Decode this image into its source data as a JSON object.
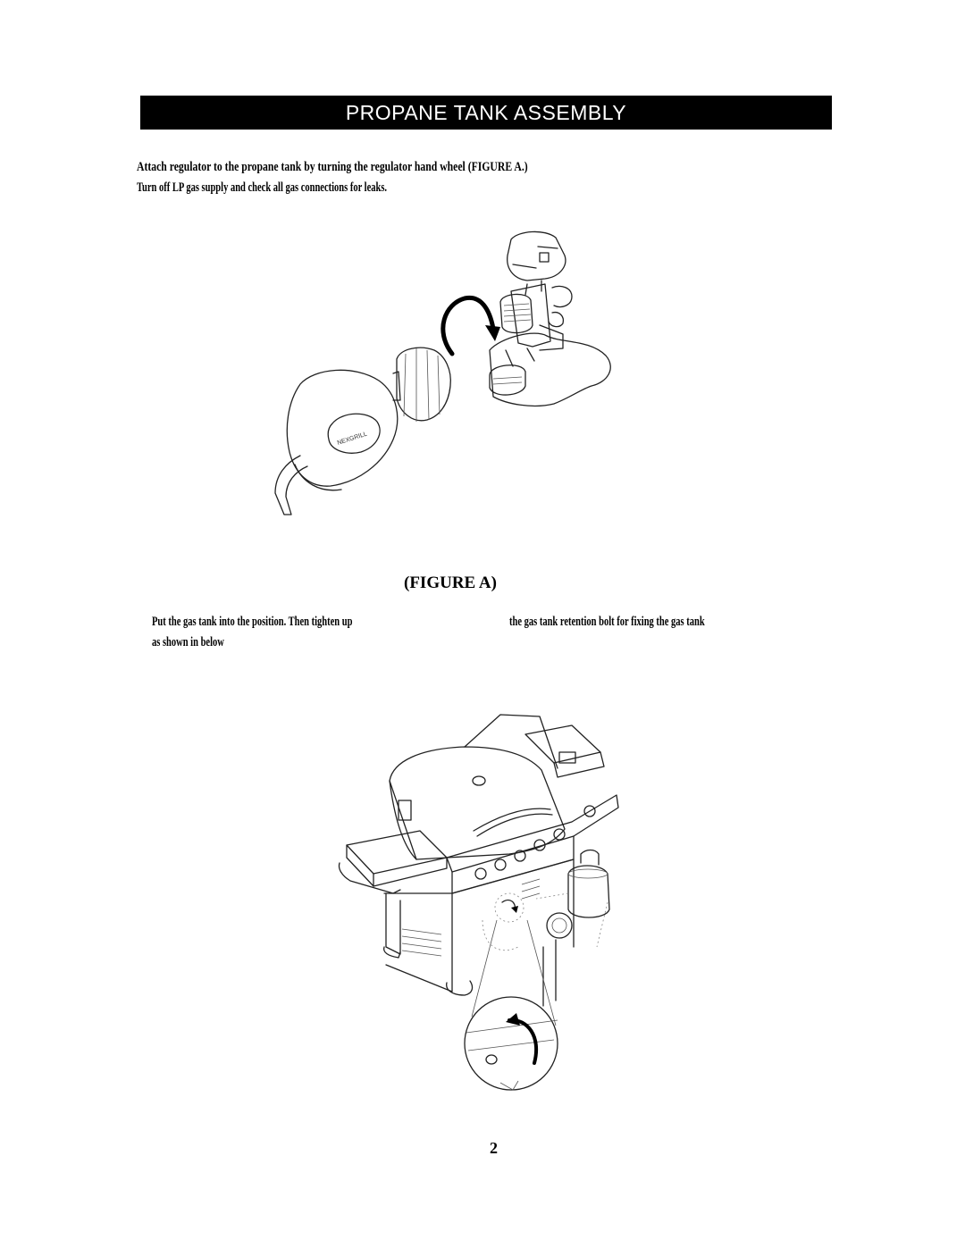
{
  "section_title": "PROPANE TANK ASSEMBLY",
  "instructions": {
    "line1": "Attach regulator to the propane tank by turning the regulator hand wheel (FIGURE A.)",
    "line2": "Turn off LP gas supply and check all gas connections for leaks."
  },
  "figure_label": "(FIGURE A)",
  "paragraph": {
    "part1": "Put the gas tank into the position. Then tighten up",
    "part2": "the gas tank retention bolt for fixing the gas tank",
    "part3": "as shown in below"
  },
  "figure_a": {
    "regulator_badge_text": "NEXGRILL"
  },
  "page_number": "2"
}
